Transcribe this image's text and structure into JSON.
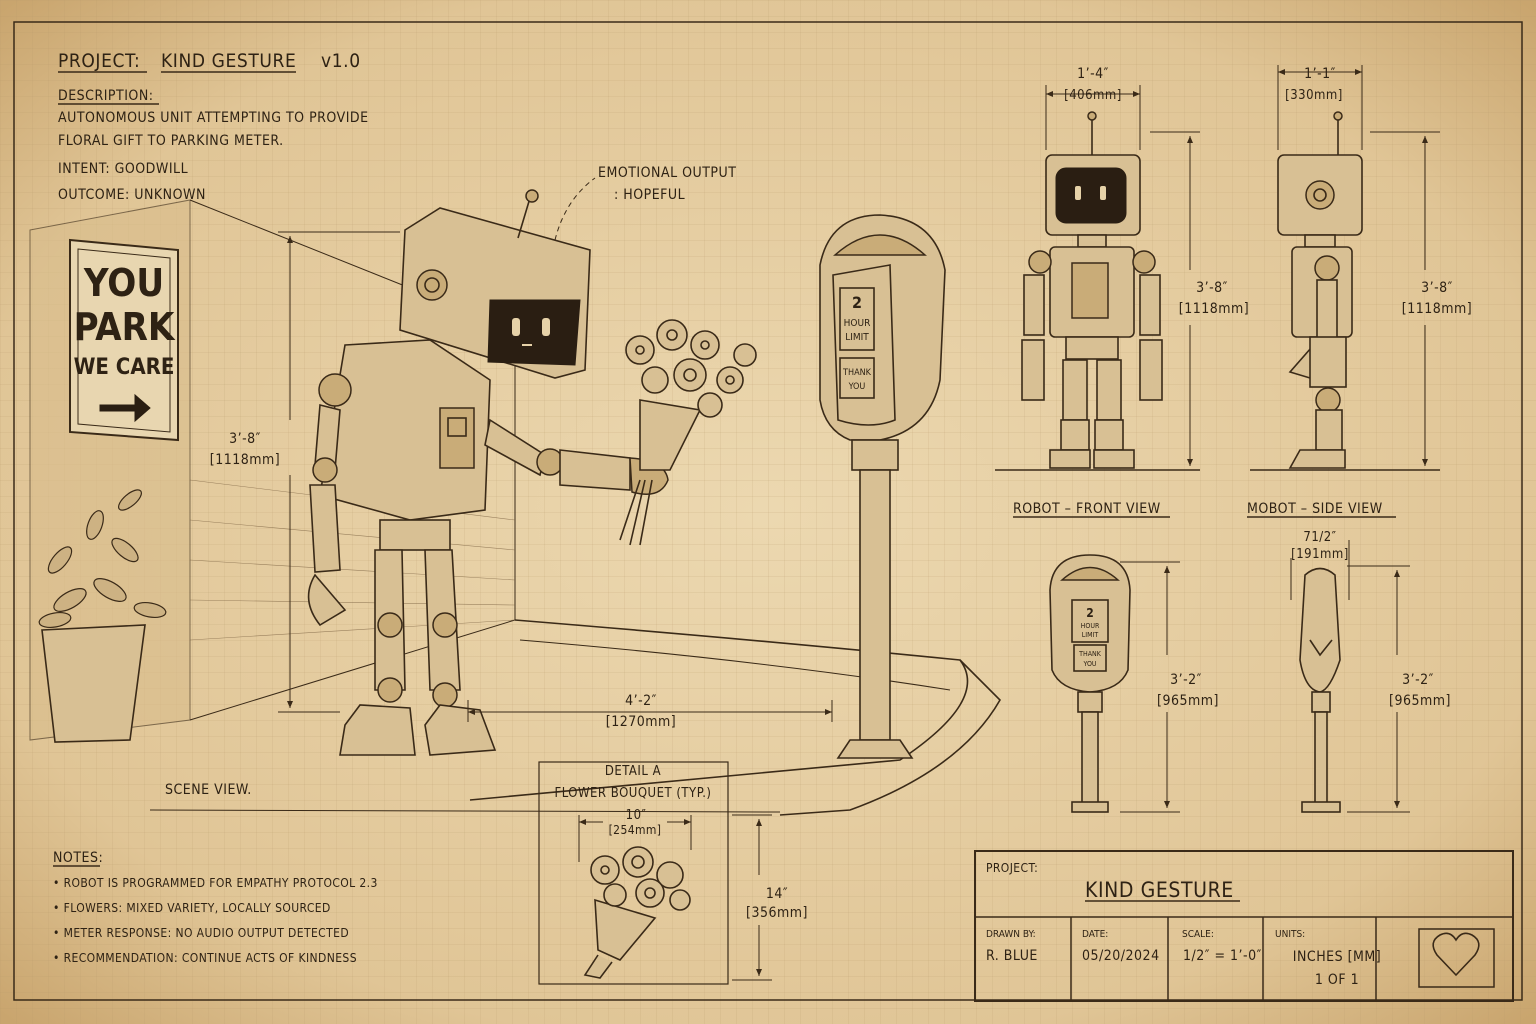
{
  "header": {
    "project_label": "PROJECT:",
    "project_name": "KIND GESTURE",
    "version": "v1.0",
    "description_label": "DESCRIPTION:",
    "description_lines": [
      "AUTONOMOUS UNIT ATTEMPTING TO PROVIDE",
      "FLORAL GIFT TO PARKING METER."
    ],
    "intent": "INTENT: GOODWILL",
    "outcome": "OUTCOME: UNKNOWN"
  },
  "scene": {
    "sign_lines": [
      "YOU",
      "PARK",
      "WE CARE"
    ],
    "emotional_output": [
      "EMOTIONAL OUTPUT",
      ": HOPEFUL"
    ],
    "robot_height": [
      "3’-8″",
      "[1118mm]"
    ],
    "distance": [
      "4’-2″",
      "[1270mm]"
    ],
    "meter_labels": [
      "2",
      "HOUR",
      "LIMIT",
      "THANK",
      "YOU"
    ],
    "caption": "SCENE VIEW."
  },
  "detail": {
    "title": [
      "DETAIL A",
      "FLOWER BOUQUET (TYP.)"
    ],
    "width": [
      "10″",
      "[254mm]"
    ],
    "height": [
      "14″",
      "[356mm]"
    ]
  },
  "views": {
    "front_width": [
      "1’-4″",
      "[406mm]"
    ],
    "front_height": [
      "3’-8″",
      "[1118mm]"
    ],
    "front_caption": "ROBOT – FRONT VIEW",
    "side_width": [
      "1’-1″",
      "[330mm]"
    ],
    "side_height": [
      "3’-8″",
      "[1118mm]"
    ],
    "side_caption": "MOBOT – SIDE VIEW",
    "meter_front_height": [
      "3’-2″",
      "[965mm]"
    ],
    "meter_side_width": [
      "71/2″",
      "[191mm]"
    ],
    "meter_side_height": [
      "3’-2″",
      "[965mm]"
    ]
  },
  "notes": {
    "title": "NOTES:",
    "items": [
      "ROBOT IS PROGRAMMED FOR EMPATHY PROTOCOL 2.3",
      "FLOWERS: MIXED VARIETY, LOCALLY SOURCED",
      "METER RESPONSE: NO AUDIO OUTPUT DETECTED",
      "RECOMMENDATION: CONTINUE ACTS OF KINDNESS"
    ]
  },
  "title_block": {
    "project_label": "PROJECT:",
    "project_name": "KIND GESTURE",
    "drawn_by_label": "DRAWN BY:",
    "drawn_by": "R. BLUE",
    "date_label": "DATE:",
    "date": "05/20/2024",
    "scale_label": "SCALE:",
    "scale": "1/2″ = 1’-0″",
    "units_label": "UNITS:",
    "units": "INCHES [MM]",
    "sheet": "1 OF 1",
    "logo_icon": "heart-icon"
  },
  "colors": {
    "paper": "#e6cfa4",
    "ink": "#3a2a18"
  }
}
